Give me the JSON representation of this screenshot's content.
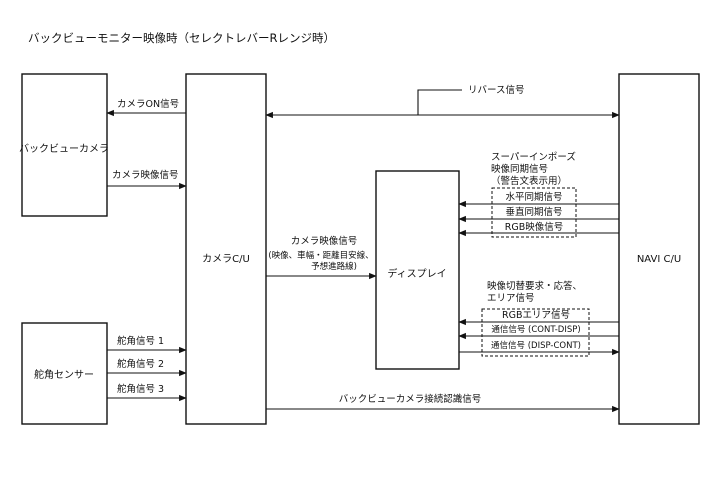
{
  "title": "バックビューモニター映像時（セレクトレバーRレンジ時）",
  "boxes": {
    "backview_camera": "バックビューカメラ",
    "camera_cu": "カメラC/U",
    "display": "ディスプレイ",
    "navi_cu": "NAVI C/U",
    "steering_sensor": "舵角センサー"
  },
  "signals": {
    "camera_on": "カメラON信号",
    "camera_video_1": "カメラ映像信号",
    "reverse": "リバース信号",
    "superimpose_1": "スーパーインポーズ",
    "superimpose_2": "映像同期信号",
    "superimpose_3": "（警告文表示用）",
    "h_sync": "水平同期信号",
    "v_sync": "垂直同期信号",
    "rgb_video": "RGB映像信号",
    "camera_video_2": "カメラ映像信号",
    "camera_video_detail_1": "(映像、車幅・距離目安線、",
    "camera_video_detail_2": "予想進路線)",
    "switch_req_1": "映像切替要求・応答、",
    "switch_req_2": "エリア信号",
    "rgb_area": "RGBエリア信号",
    "comm_cont_disp": "通信信号 (CONT-DISP)",
    "comm_disp_cont": "通信信号 (DISP-CONT)",
    "steer_1": "舵角信号 1",
    "steer_2": "舵角信号 2",
    "steer_3": "舵角信号 3",
    "backview_auth": "バックビューカメラ接続認識信号"
  }
}
